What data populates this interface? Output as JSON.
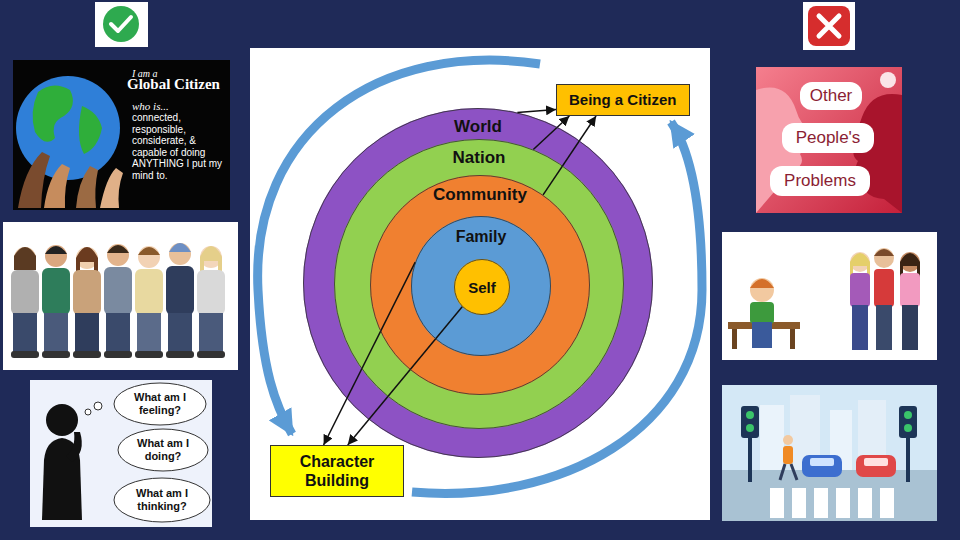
{
  "diagram": {
    "nodes": [
      {
        "text": [
          "Being a Citizen"
        ]
      },
      {
        "text": [
          "World"
        ]
      },
      {
        "text": [
          "Nation"
        ],
        "in": 1
      },
      {
        "text": [
          "Community"
        ],
        "in": 2
      },
      {
        "text": [
          "Family"
        ],
        "in": 3
      },
      {
        "text": [
          "Self"
        ],
        "in": 4
      },
      {
        "text": [
          "Character Building"
        ]
      }
    ],
    "edges": [
      {
        "from": 1,
        "to": 0,
        "arrow": "to"
      },
      {
        "from": 2,
        "to": 0,
        "arrow": "to"
      },
      {
        "from": 3,
        "to": 0,
        "arrow": "to"
      },
      {
        "from": 4,
        "to": 6,
        "arrow": "to"
      },
      {
        "from": 5,
        "to": 6,
        "arrow": "to"
      }
    ],
    "labels": [
      "I am a",
      "Global Citizen",
      "who is...",
      "connected, responsible, considerate, & capable of doing ANYTHING I put my mind to.",
      "What am I feeling?",
      "What am I doing?",
      "What am I thinking?",
      "Other",
      "People's",
      "Problems"
    ]
  }
}
